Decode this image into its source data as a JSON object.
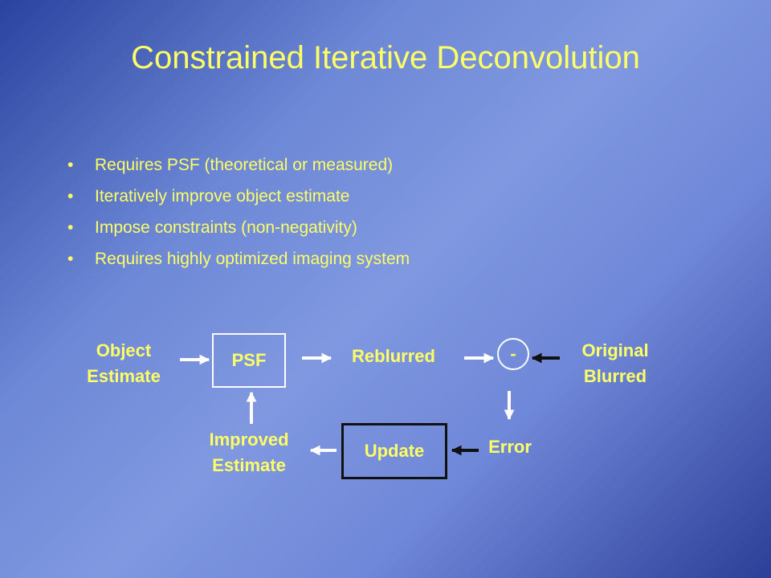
{
  "slide": {
    "title": "Constrained Iterative Deconvolution",
    "bullets": [
      "Requires PSF (theoretical or measured)",
      "Iteratively improve object estimate",
      "Impose constraints (non-negativity)",
      "Requires highly optimized imaging system"
    ]
  },
  "diagram": {
    "object_estimate": [
      "Object",
      "Estimate"
    ],
    "psf": "PSF",
    "reblurred": "Reblurred",
    "minus": "-",
    "original_blurred": [
      "Original",
      "Blurred"
    ],
    "error": "Error",
    "update": "Update",
    "improved_estimate": [
      "Improved",
      "Estimate"
    ]
  },
  "colors": {
    "text": "#ffff66",
    "arrow_light": "#ffffff",
    "arrow_dark": "#111111"
  }
}
